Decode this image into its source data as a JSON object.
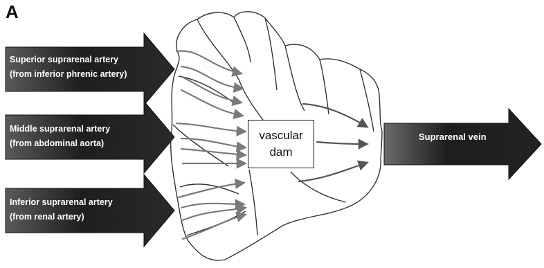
{
  "panel_label": "A",
  "inputs": [
    {
      "line1": "Superior suprarenal artery",
      "line2": "(from inferior phrenic artery)"
    },
    {
      "line1": "Middle suprarenal artery",
      "line2": "(from abdominal aorta)"
    },
    {
      "line1": "Inferior suprarenal artery",
      "line2": "(from renal artery)"
    }
  ],
  "center_box": {
    "line1": "vascular",
    "line2": "dam"
  },
  "output": {
    "label": "Suprarenal vein"
  },
  "colors": {
    "arrow_dark": "#1e1e1e",
    "arrow_light": "#8a8a8a",
    "flow_arrow": "#7a7a7a",
    "outline": "#333333"
  }
}
